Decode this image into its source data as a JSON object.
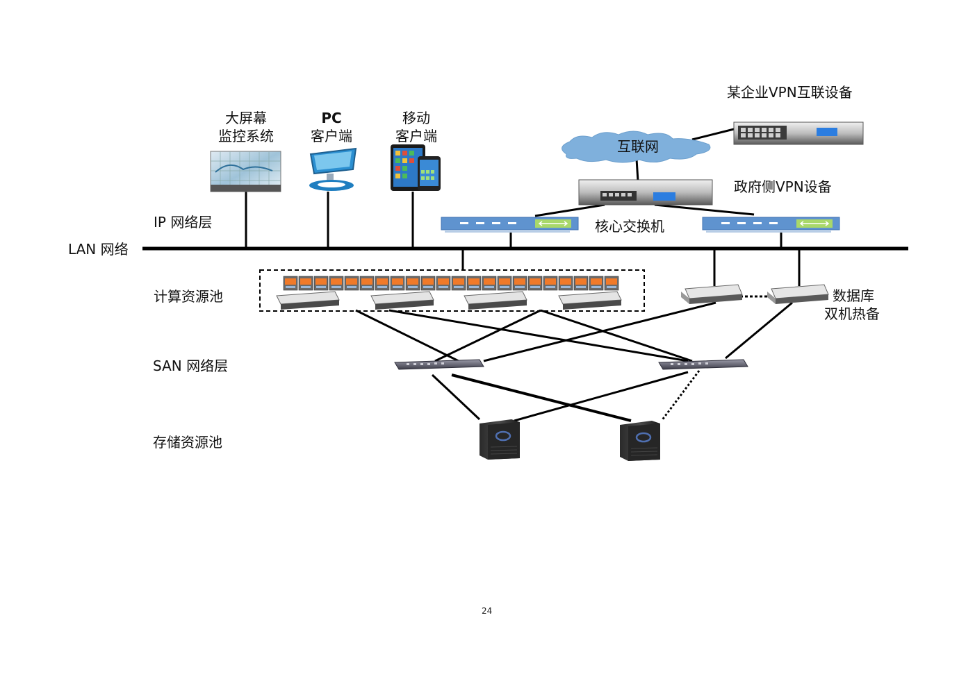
{
  "labels": {
    "big_screen_line1": "大屏幕",
    "big_screen_line2": "监控系统",
    "pc_line1": "PC",
    "pc_line2": "客户端",
    "mobile_line1": "移动",
    "mobile_line2": "客户端",
    "enterprise_vpn": "某企业VPN互联设备",
    "internet": "互联网",
    "gov_vpn": "政府侧VPN设备",
    "core_switch": "核心交换机",
    "ip_layer": "IP  网络层",
    "lan": "LAN  网络",
    "compute_pool": "计算资源池",
    "db_line1": "数据库",
    "db_line2": "双机热备",
    "san_layer": "SAN  网络层",
    "storage_pool": "存储资源池"
  },
  "page_number": "24",
  "colors": {
    "line": "#000000",
    "cloud": "#7fb0dc",
    "switch_blue": "#5f93cf",
    "blade_orange": "#f07a2a",
    "server_gray": "#8a8a8a"
  },
  "icons": [
    "video-wall-icon",
    "desktop-pc-icon",
    "tablet-phone-icon",
    "internet-cloud-icon",
    "vpn-appliance-icon",
    "core-switch-icon",
    "blade-server-icon",
    "rack-server-icon",
    "san-switch-icon",
    "storage-array-icon"
  ]
}
